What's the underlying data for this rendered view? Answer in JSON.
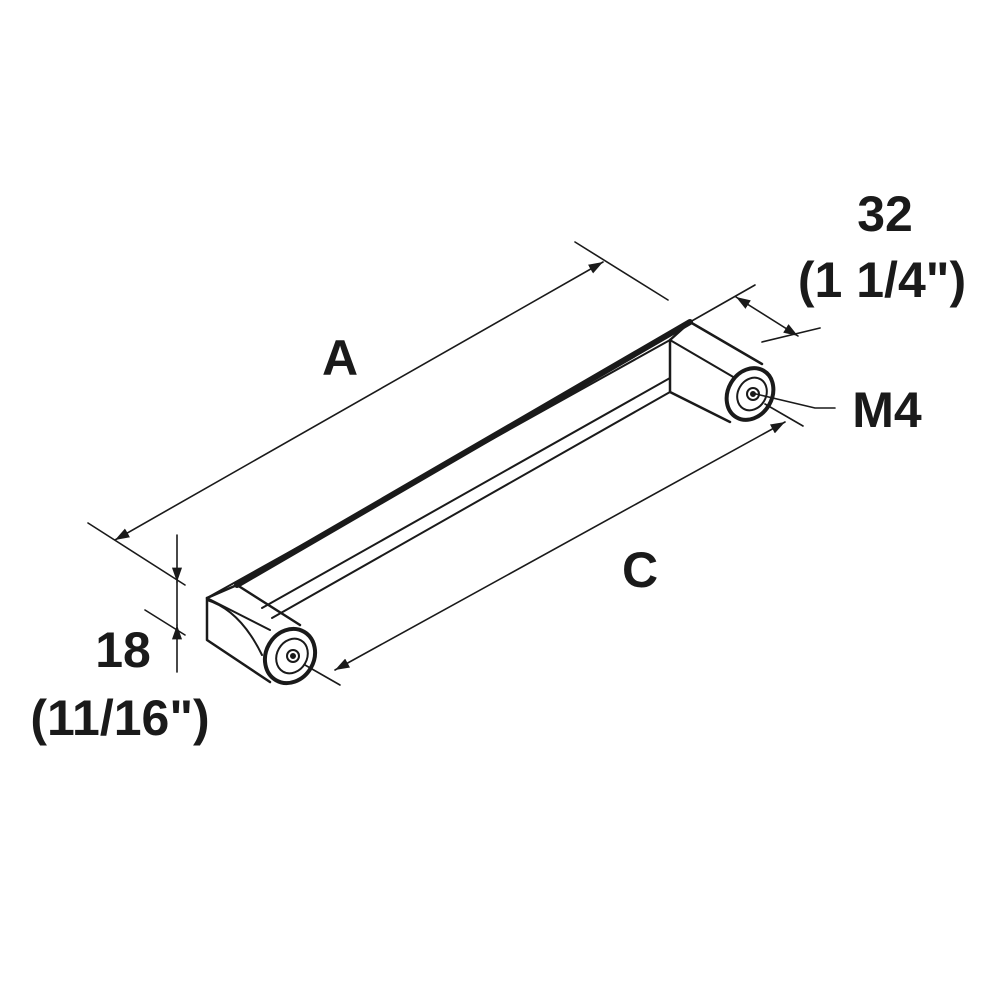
{
  "labels": {
    "length_a": "A",
    "center_c": "C",
    "thread": "M4",
    "depth_mm": "32",
    "depth_in": "(1 1/4\")",
    "height_mm": "18",
    "height_in": "(11/16\")"
  },
  "colors": {
    "line": "#1a1a1a",
    "background": "#ffffff"
  }
}
